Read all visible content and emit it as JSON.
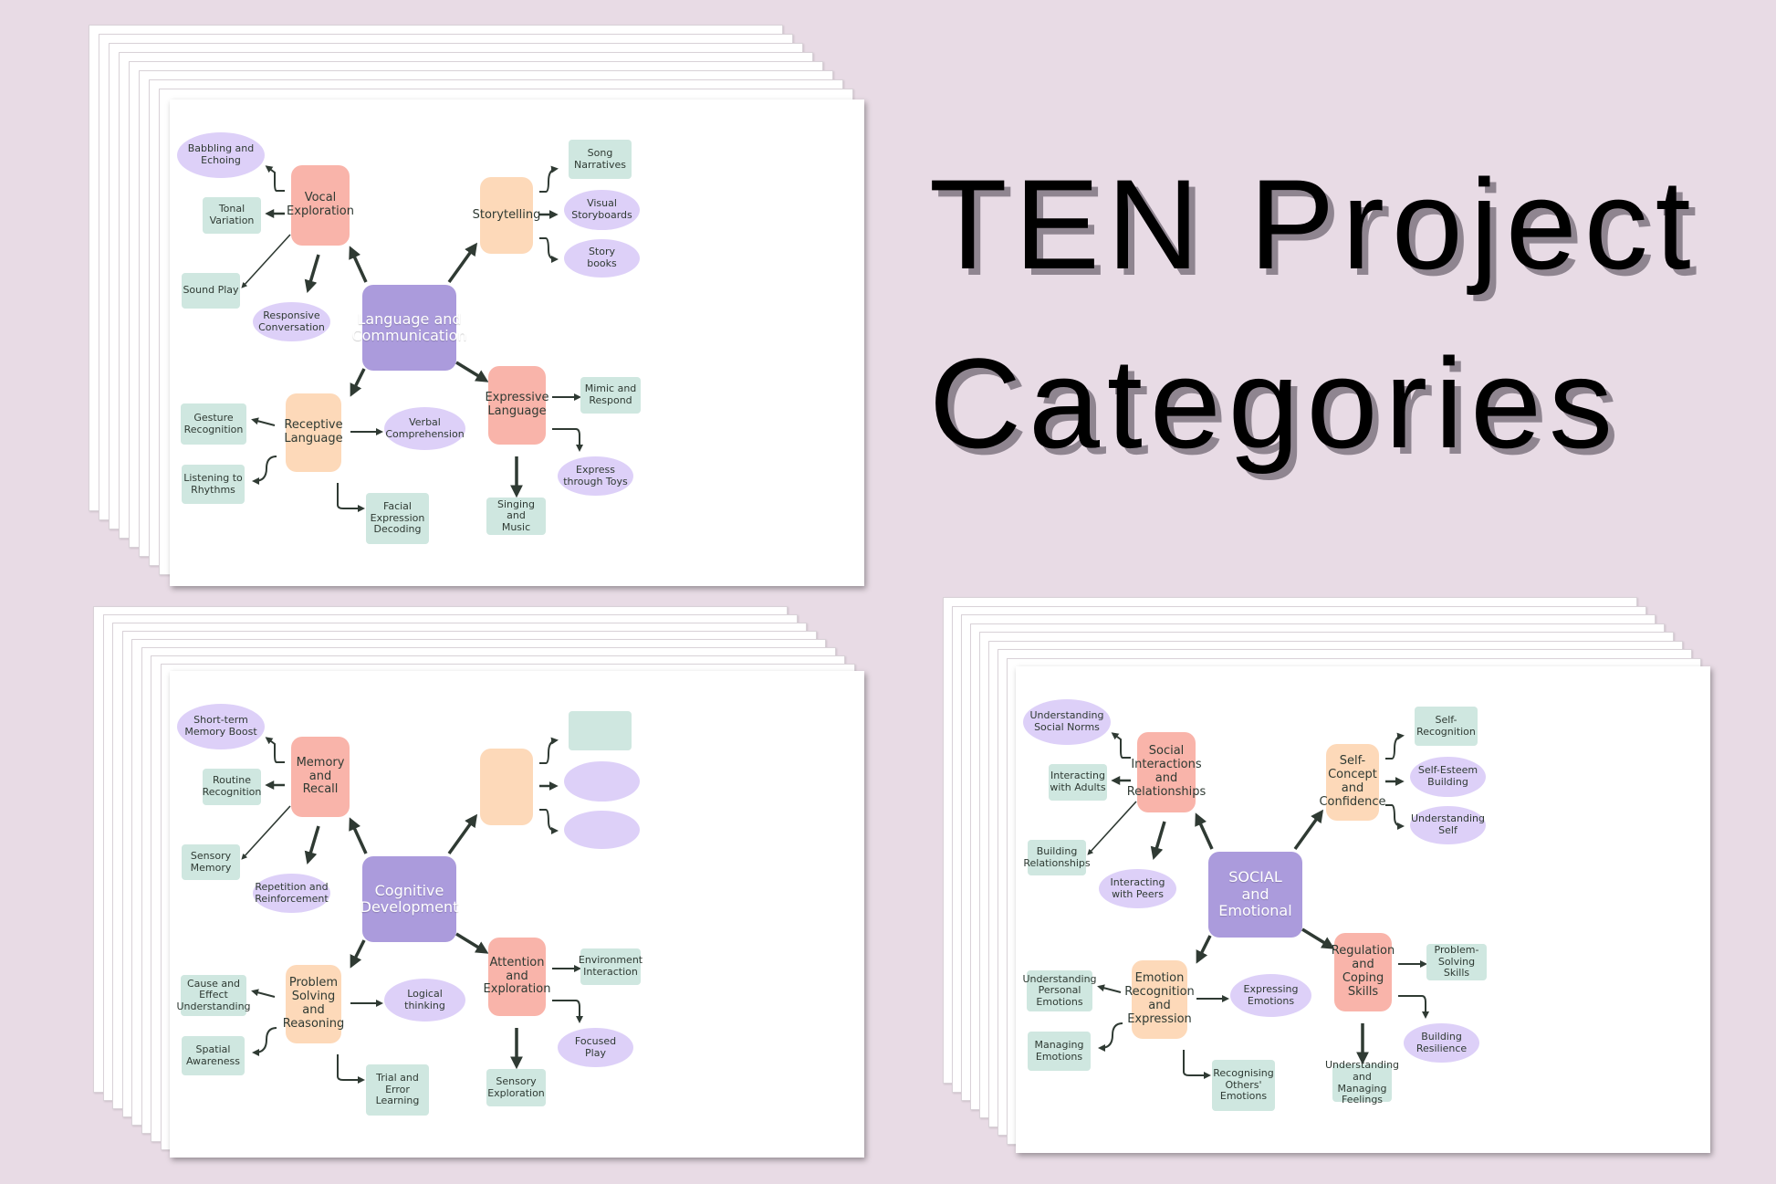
{
  "title": {
    "line1": "TEN Project",
    "line2": "Categories"
  },
  "colors": {
    "background": "#e8dbe5",
    "center": "#ab9bdc",
    "salmon": "#f9b4aa",
    "peach": "#fdd9b9",
    "mint": "#cfe7e0",
    "lavender": "#ddd0f8",
    "arrow": "#2f3a33"
  },
  "panels": [
    {
      "center": "Language and\nCommunication",
      "hubs": [
        {
          "label": "Vocal\nExploration",
          "leaves": [
            "Babbling and\nEchoing",
            "Tonal\nVariation",
            "Sound Play",
            "Responsive\nConversation"
          ]
        },
        {
          "label": "Storytelling",
          "leaves": [
            "Song\nNarratives",
            "Visual\nStoryboards",
            "Story\nbooks"
          ]
        },
        {
          "label": "Expressive\nLanguage",
          "leaves": [
            "Mimic and\nRespond",
            "Express\nthrough Toys",
            "Singing and\nMusic"
          ]
        },
        {
          "label": "Receptive\nLanguage",
          "leaves": [
            "Gesture\nRecognition",
            "Listening to\nRhythms",
            "Verbal\nComprehension",
            "Facial\nExpression\nDecoding"
          ]
        }
      ]
    },
    {
      "center": "Cognitive\nDevelopment",
      "hubs": [
        {
          "label": "Memory\nand\nRecall",
          "leaves": [
            "Short-term\nMemory Boost",
            "Routine\nRecognition",
            "Sensory\nMemory",
            "Repetition and\nReinforcement"
          ]
        },
        {
          "label": "",
          "leaves": [
            "",
            "",
            ""
          ]
        },
        {
          "label": "Attention\nand\nExploration",
          "leaves": [
            "Environment\nInteraction",
            "Focused\nPlay",
            "Sensory\nExploration"
          ]
        },
        {
          "label": "Problem\nSolving and\nReasoning",
          "leaves": [
            "Cause and\nEffect\nUnderstanding",
            "Spatial\nAwareness",
            "Logical\nthinking",
            "Trial and\nError\nLearning"
          ]
        }
      ]
    },
    {
      "center": "SOCIAL\nand\nEmotional",
      "hubs": [
        {
          "label": "Social\nInteractions\nand\nRelationships",
          "leaves": [
            "Understanding\nSocial Norms",
            "Interacting\nwith Adults",
            "Building\nRelationships",
            "Interacting\nwith Peers"
          ]
        },
        {
          "label": "Self-\nConcept\nand\nConfidence",
          "leaves": [
            "Self-\nRecognition",
            "Self-Esteem\nBuilding",
            "Understanding\nSelf"
          ]
        },
        {
          "label": "Regulation\nand Coping\nSkills",
          "leaves": [
            "Problem-\nSolving Skills",
            "Building\nResilience",
            "Understanding and\nManaging Feelings"
          ]
        },
        {
          "label": "Emotion\nRecognition\nand\nExpression",
          "leaves": [
            "Understanding\nPersonal\nEmotions",
            "Managing\nEmotions",
            "Expressing\nEmotions",
            "Recognising\nOthers'\nEmotions"
          ]
        }
      ]
    }
  ]
}
